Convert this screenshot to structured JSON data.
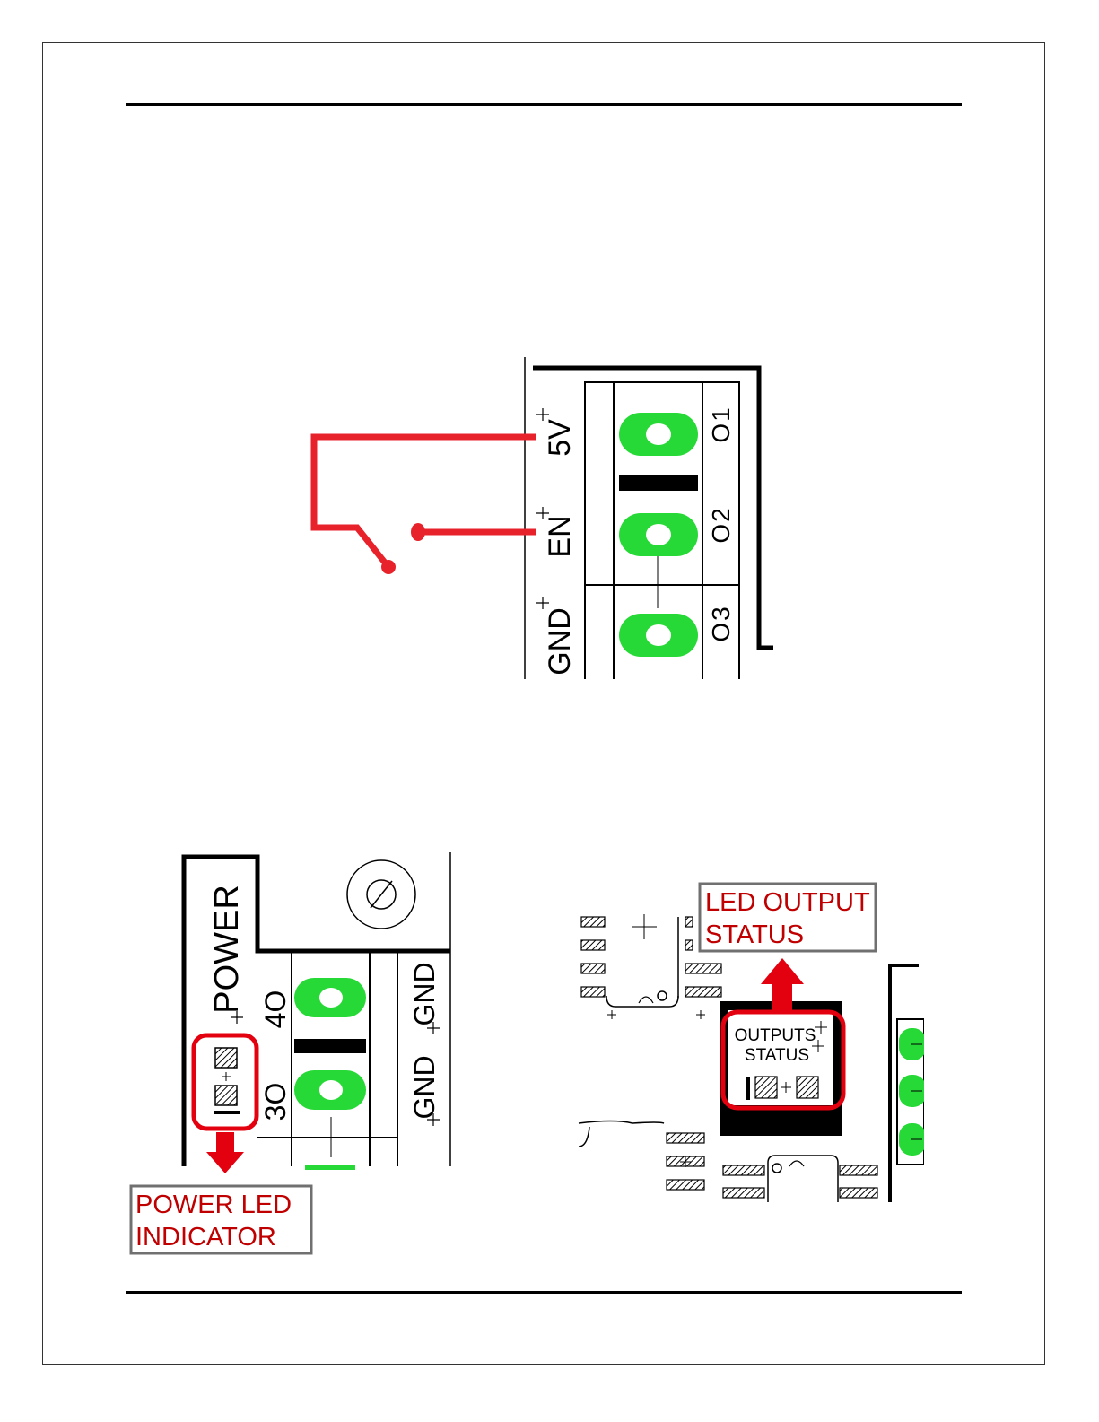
{
  "colors": {
    "callout_text": "#c00000",
    "callout_box_border": "#707070",
    "highlight": "#e3000f",
    "wire": "#e8222b",
    "pad_green": "#26d936",
    "outline": "#000000"
  },
  "figure_switch": {
    "terminal_labels": [
      "5V",
      "EN",
      "GND"
    ],
    "output_labels": [
      "O1",
      "O2",
      "O3"
    ]
  },
  "figure_power": {
    "header_label": "POWER",
    "output_labels": [
      "4O",
      "3O"
    ],
    "gnd_labels": [
      "GND",
      "GND"
    ],
    "callout": {
      "line1": "POWER LED",
      "line2": "INDICATOR"
    }
  },
  "figure_outputs": {
    "silk_line1": "OUTPUTS",
    "silk_line2": "STATUS",
    "callout": {
      "line1": "LED OUTPUT",
      "line2": "STATUS"
    }
  }
}
